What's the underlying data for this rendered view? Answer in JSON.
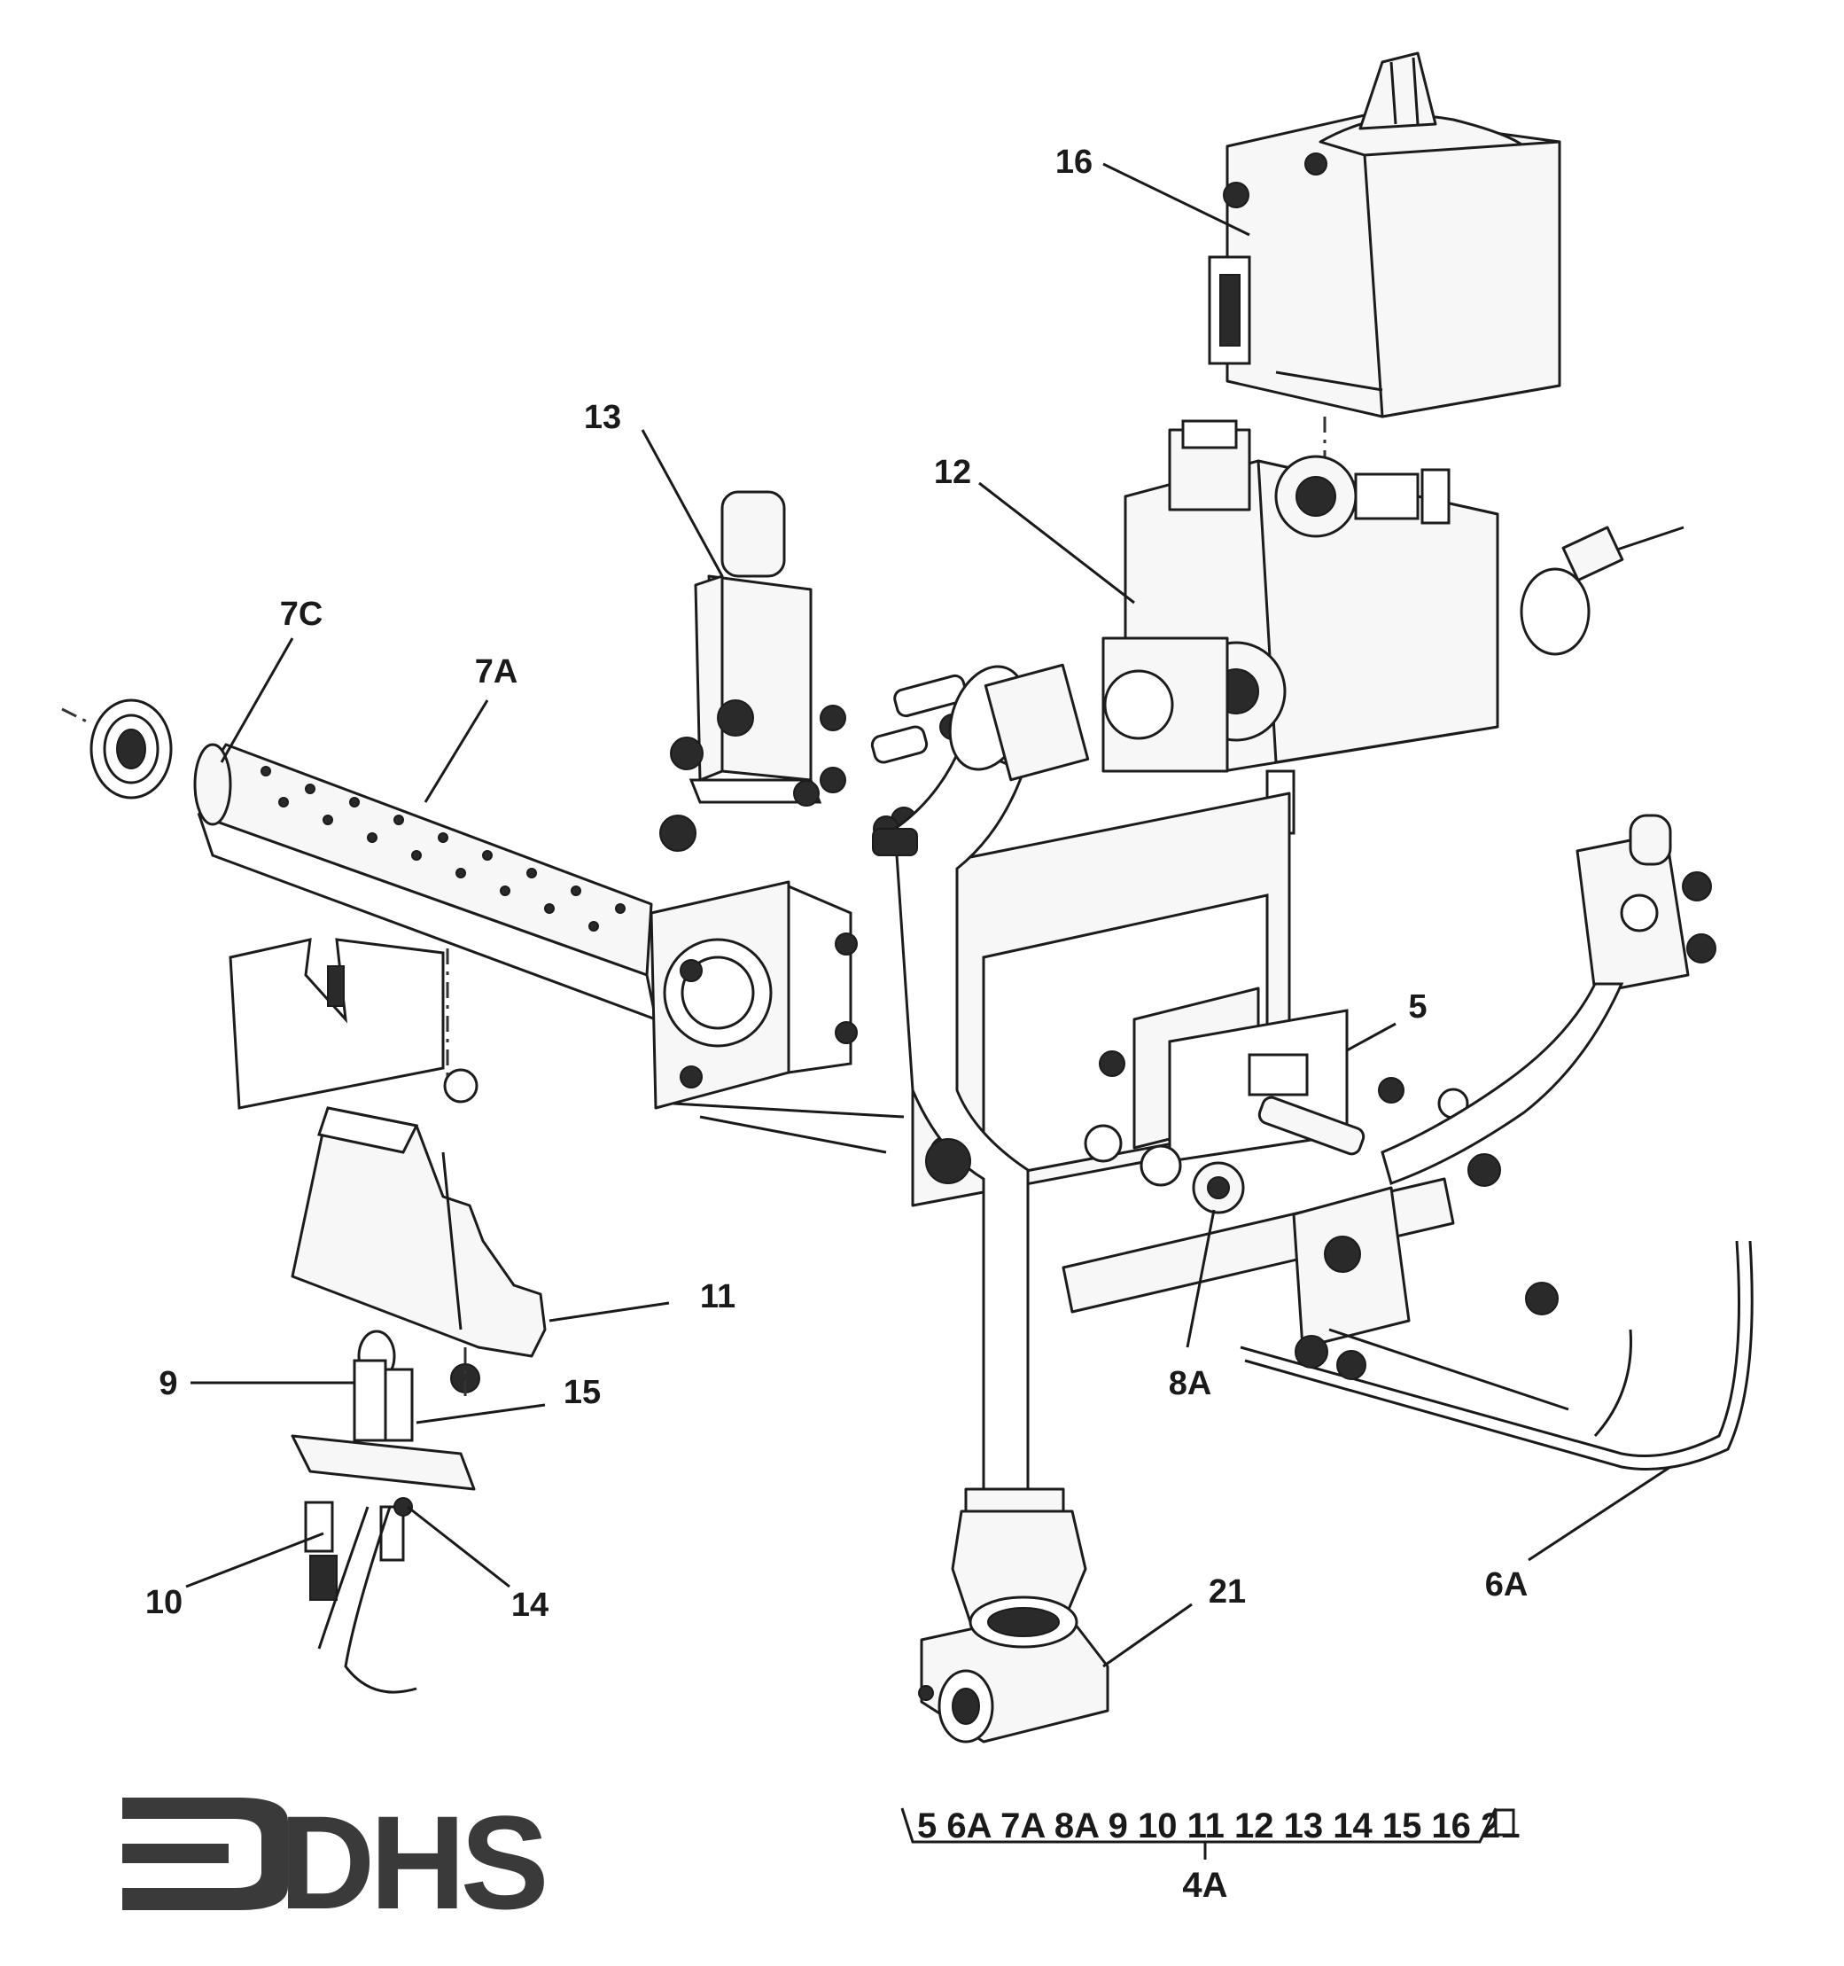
{
  "brand": {
    "logo_text": "DHS"
  },
  "callouts": {
    "c16": "16",
    "c13": "13",
    "c12": "12",
    "c7c": "7C",
    "c7a": "7A",
    "c5": "5",
    "c11": "11",
    "c9": "9",
    "c15": "15",
    "c8a": "8A",
    "c10": "10",
    "c14": "14",
    "c21": "21",
    "c6a": "6A"
  },
  "assembly": {
    "parts_list": "5 6A 7A 8A 9 10 11 12 13 14 15 16 21",
    "assembly_label": "4A"
  }
}
